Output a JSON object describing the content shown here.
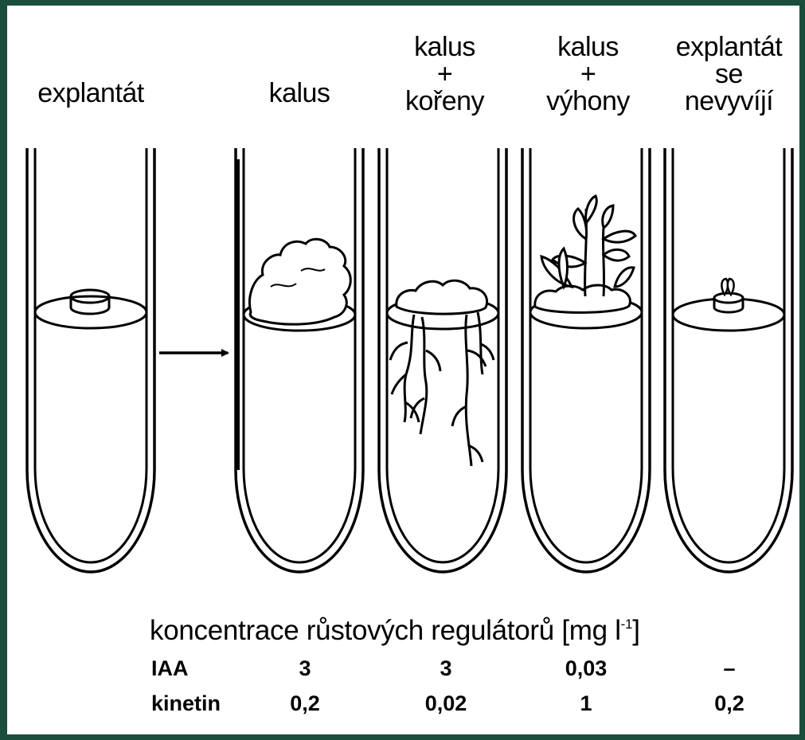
{
  "labels": {
    "tube1": [
      "explantát"
    ],
    "tube2": [
      "kalus"
    ],
    "tube3": [
      "kalus",
      "+",
      "kořeny"
    ],
    "tube4": [
      "kalus",
      "+",
      "výhony"
    ],
    "tube5": [
      "explantát",
      "se",
      "nevyvíjí"
    ]
  },
  "concentration_title": "koncentrace růstových regulátorů [mg l",
  "concentration_unit_exponent": "-1",
  "concentration_title_end": "]",
  "table": {
    "rows": [
      {
        "name": "IAA",
        "values": [
          "3",
          "3",
          "0,03",
          "–"
        ]
      },
      {
        "name": "kinetin",
        "values": [
          "0,2",
          "0,02",
          "1",
          "0,2"
        ]
      }
    ]
  },
  "colors": {
    "frame": "#1b4d3c",
    "ink": "#000000",
    "paper": "#ffffff"
  }
}
